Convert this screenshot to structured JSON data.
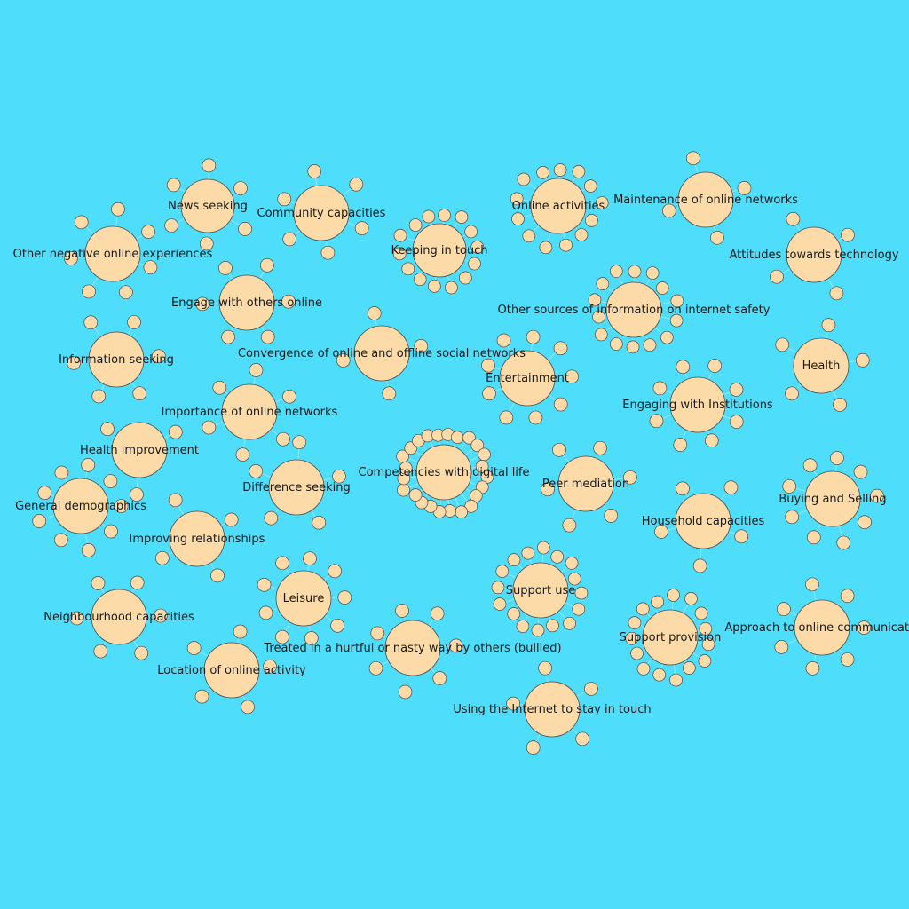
{
  "colors": {
    "background": "#4EDDFA",
    "node_fill": "#FCDBA9",
    "node_stroke": "#4a4a4a",
    "edge": "#8FEAFB",
    "label": "#1a1a1a"
  },
  "nodes": [
    {
      "id": "news-seeking",
      "label": "News seeking",
      "satellites": 6
    },
    {
      "id": "community-capacities",
      "label": "Community capacities",
      "satellites": 6
    },
    {
      "id": "keeping-in-touch",
      "label": "Keeping in touch",
      "satellites": 14
    },
    {
      "id": "online-activities",
      "label": "Online activities",
      "satellites": 13
    },
    {
      "id": "maintenance-of-online-networks",
      "label": "Maintenance of online networks",
      "satellites": 4
    },
    {
      "id": "other-negative-online-experiences",
      "label": "Other negative online experiences",
      "satellites": 7
    },
    {
      "id": "attitudes-towards-technology",
      "label": "Attitudes towards technology",
      "satellites": 4
    },
    {
      "id": "engage-with-others-online",
      "label": "Engage with others online",
      "satellites": 6
    },
    {
      "id": "other-sources-of-information-on-internet-safety",
      "label": "Other sources of information on internet safety",
      "satellites": 14
    },
    {
      "id": "convergence-of-online-and-offline-social-networks",
      "label": "Convergence of online and offline social networks",
      "satellites": 4
    },
    {
      "id": "information-seeking",
      "label": "Information seeking",
      "satellites": 6
    },
    {
      "id": "health",
      "label": "Health",
      "satellites": 5
    },
    {
      "id": "entertainment",
      "label": "Entertainment",
      "satellites": 9
    },
    {
      "id": "engaging-with-institutions",
      "label": "Engaging with Institutions",
      "satellites": 8
    },
    {
      "id": "importance-of-online-networks",
      "label": "Importance of online networks",
      "satellites": 6
    },
    {
      "id": "health-improvement",
      "label": "Health improvement",
      "satellites": 3
    },
    {
      "id": "competencies-with-digital-life",
      "label": "Competencies with digital life",
      "satellites": 24
    },
    {
      "id": "peer-mediation",
      "label": "Peer mediation",
      "satellites": 6
    },
    {
      "id": "buying-and-selling",
      "label": "Buying and Selling",
      "satellites": 9
    },
    {
      "id": "difference-seeking",
      "label": "Difference seeking",
      "satellites": 5
    },
    {
      "id": "general-demographics",
      "label": "General demographics",
      "satellites": 9
    },
    {
      "id": "household-capacities",
      "label": "Household capacities",
      "satellites": 5
    },
    {
      "id": "improving-relationships",
      "label": "Improving relationships",
      "satellites": 4
    },
    {
      "id": "support-use",
      "label": "Support use",
      "satellites": 16
    },
    {
      "id": "leisure",
      "label": "Leisure",
      "satellites": 9
    },
    {
      "id": "neighbourhood-capacities",
      "label": "Neighbourhood capacities",
      "satellites": 6
    },
    {
      "id": "approach-to-online-communication",
      "label": "Approach to online communicatio",
      "satellites": 7
    },
    {
      "id": "support-provision",
      "label": "Support provision",
      "satellites": 15
    },
    {
      "id": "treated-in-a-hurtful-or-nasty-way-by-others",
      "label": "Treated in a hurtful or nasty way by others (bullied)",
      "satellites": 7
    },
    {
      "id": "location-of-online-activity",
      "label": "Location of online activity",
      "satellites": 5
    },
    {
      "id": "using-the-internet-to-stay-in-touch",
      "label": "Using the Internet to stay in touch",
      "satellites": 5
    }
  ]
}
